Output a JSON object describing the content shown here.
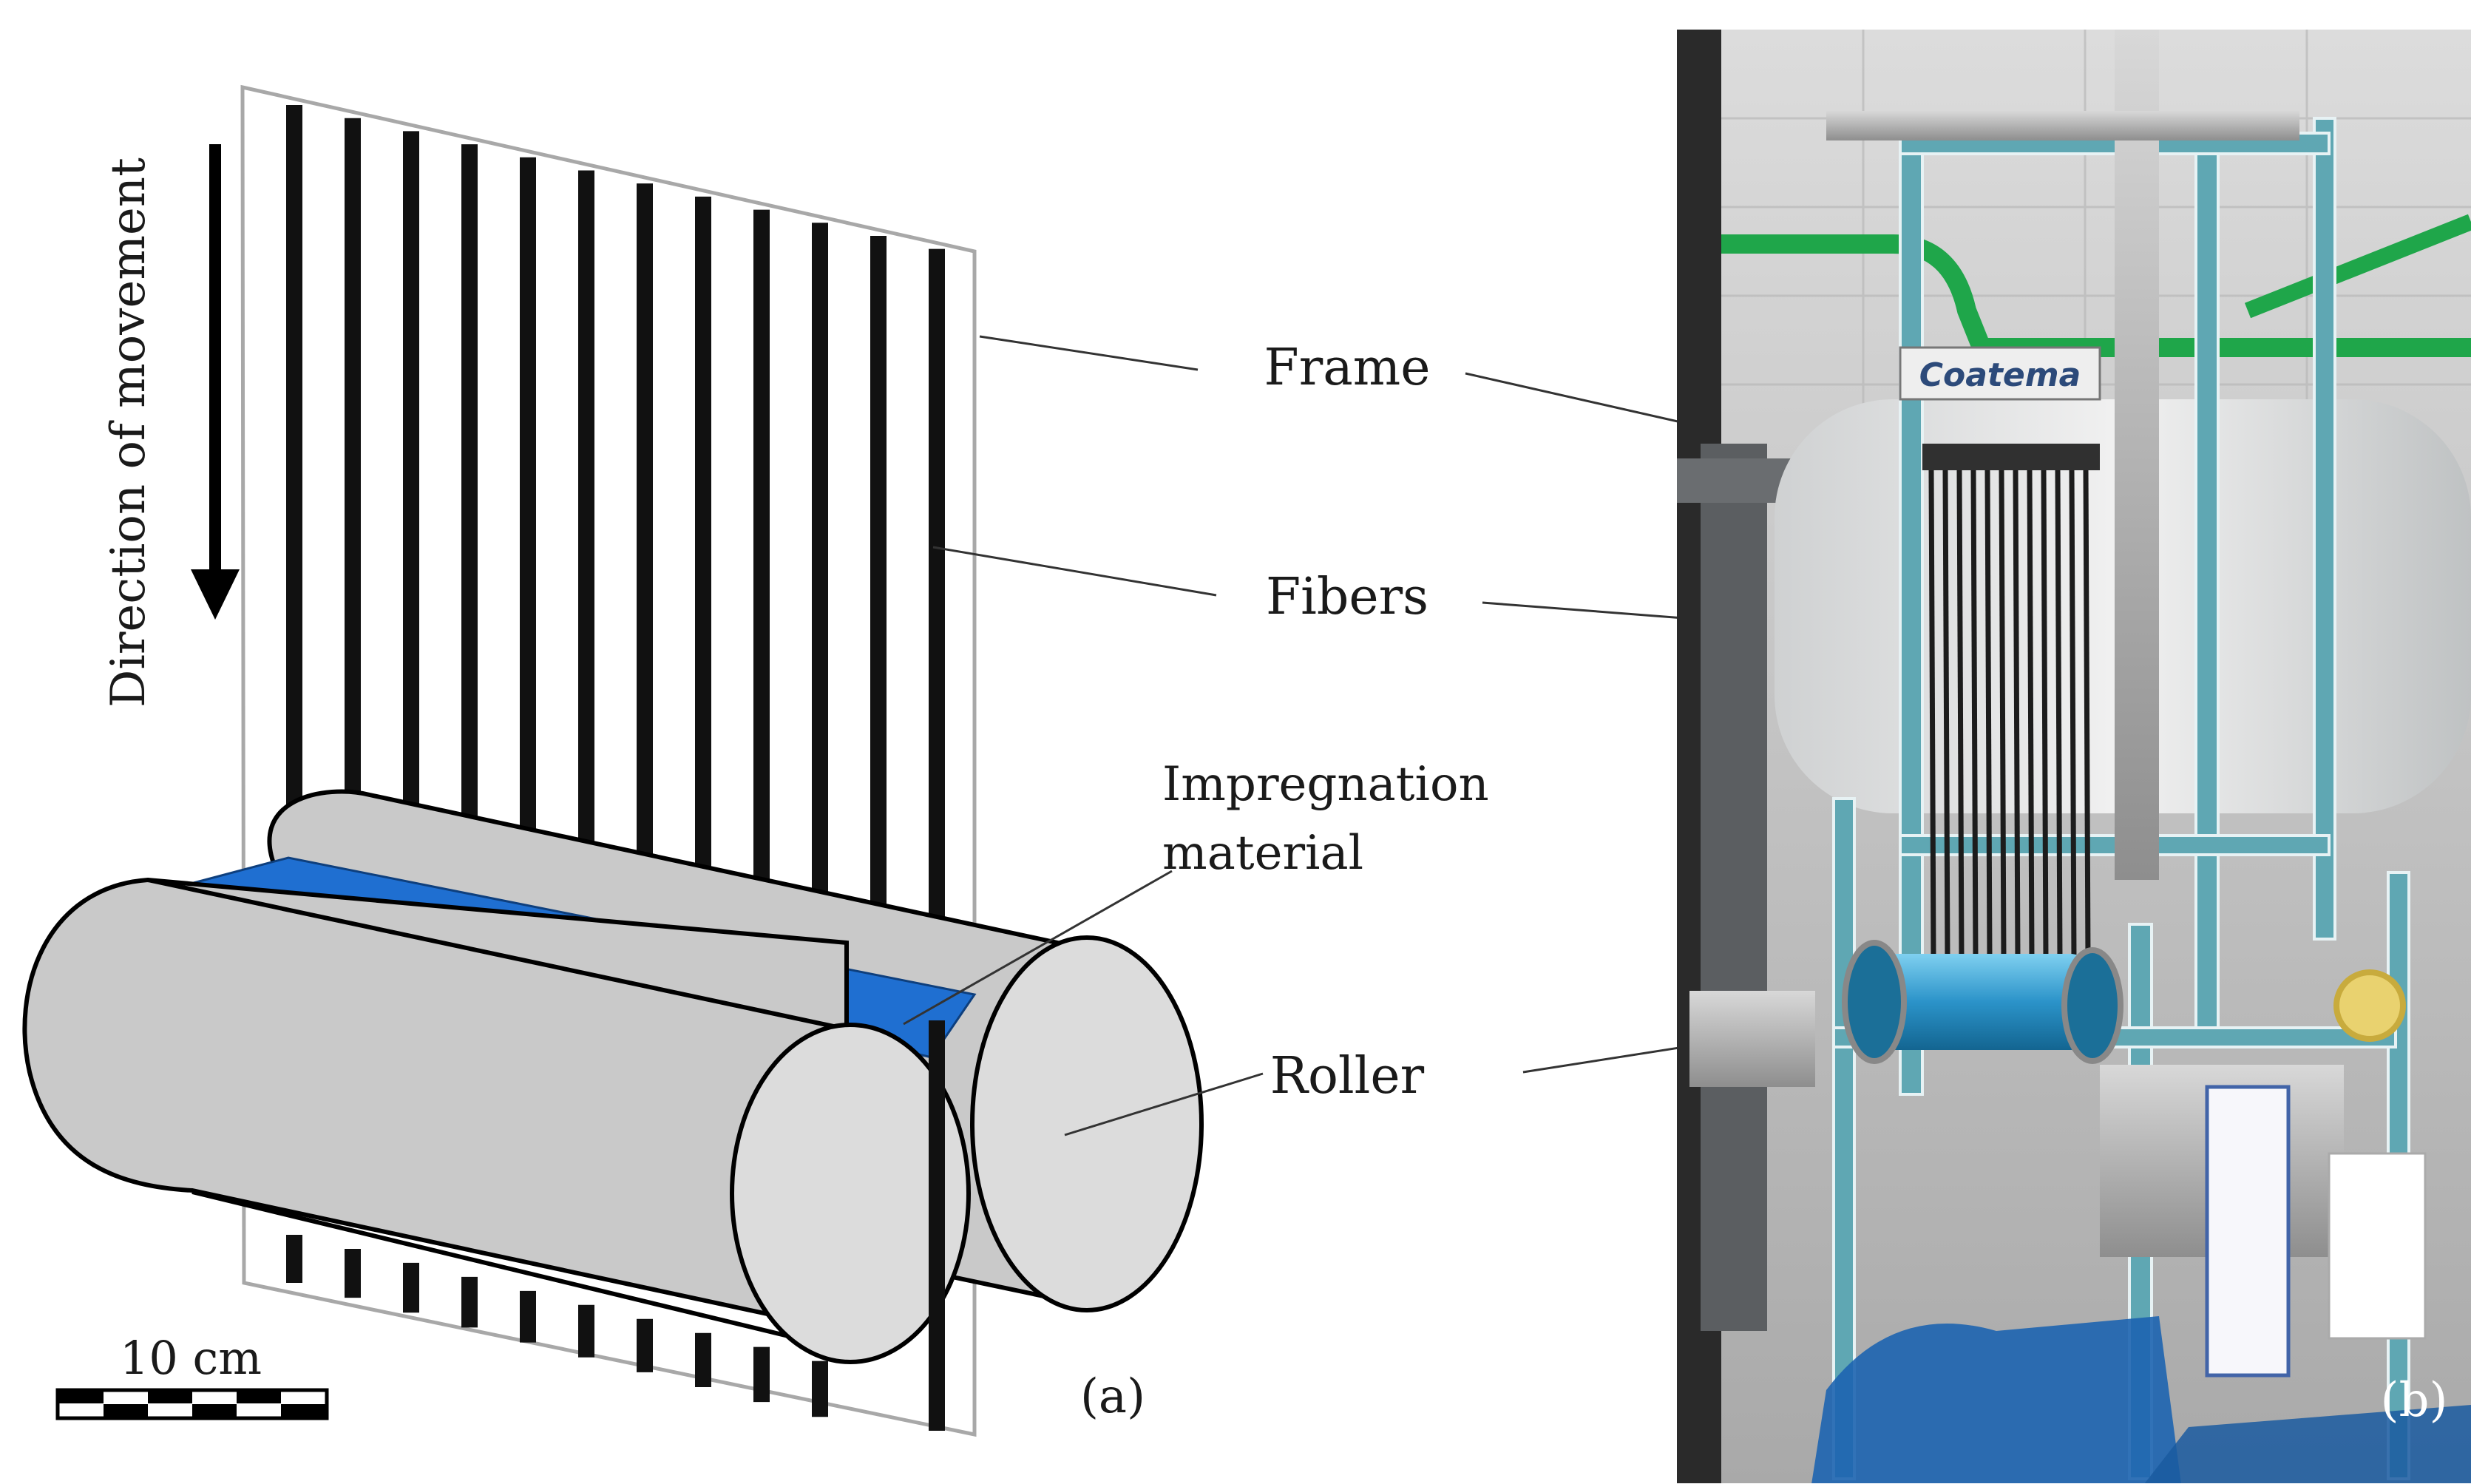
{
  "panel_a": {
    "direction_label": "Direction of movement",
    "impregnation_label_line1": "Impregnation",
    "impregnation_label_line2": "material",
    "scale_label": "10 cm",
    "panel_label": "(a)",
    "fiber_count": 12
  },
  "callouts": {
    "frame": "Frame",
    "fibers": "Fibers",
    "roller": "Roller"
  },
  "panel_b": {
    "panel_label": "(b)",
    "machine_brand": "Coatema"
  },
  "colors": {
    "fiber": "#111111",
    "roller_fill": "#c9c9c9",
    "roller_end": "#dcdcdc",
    "impregnation": "#1f6fd1",
    "frame_line": "#a8a8a8",
    "machine_teal": "#5fa7b3",
    "machine_blue_roller": "#3aa0d6"
  }
}
